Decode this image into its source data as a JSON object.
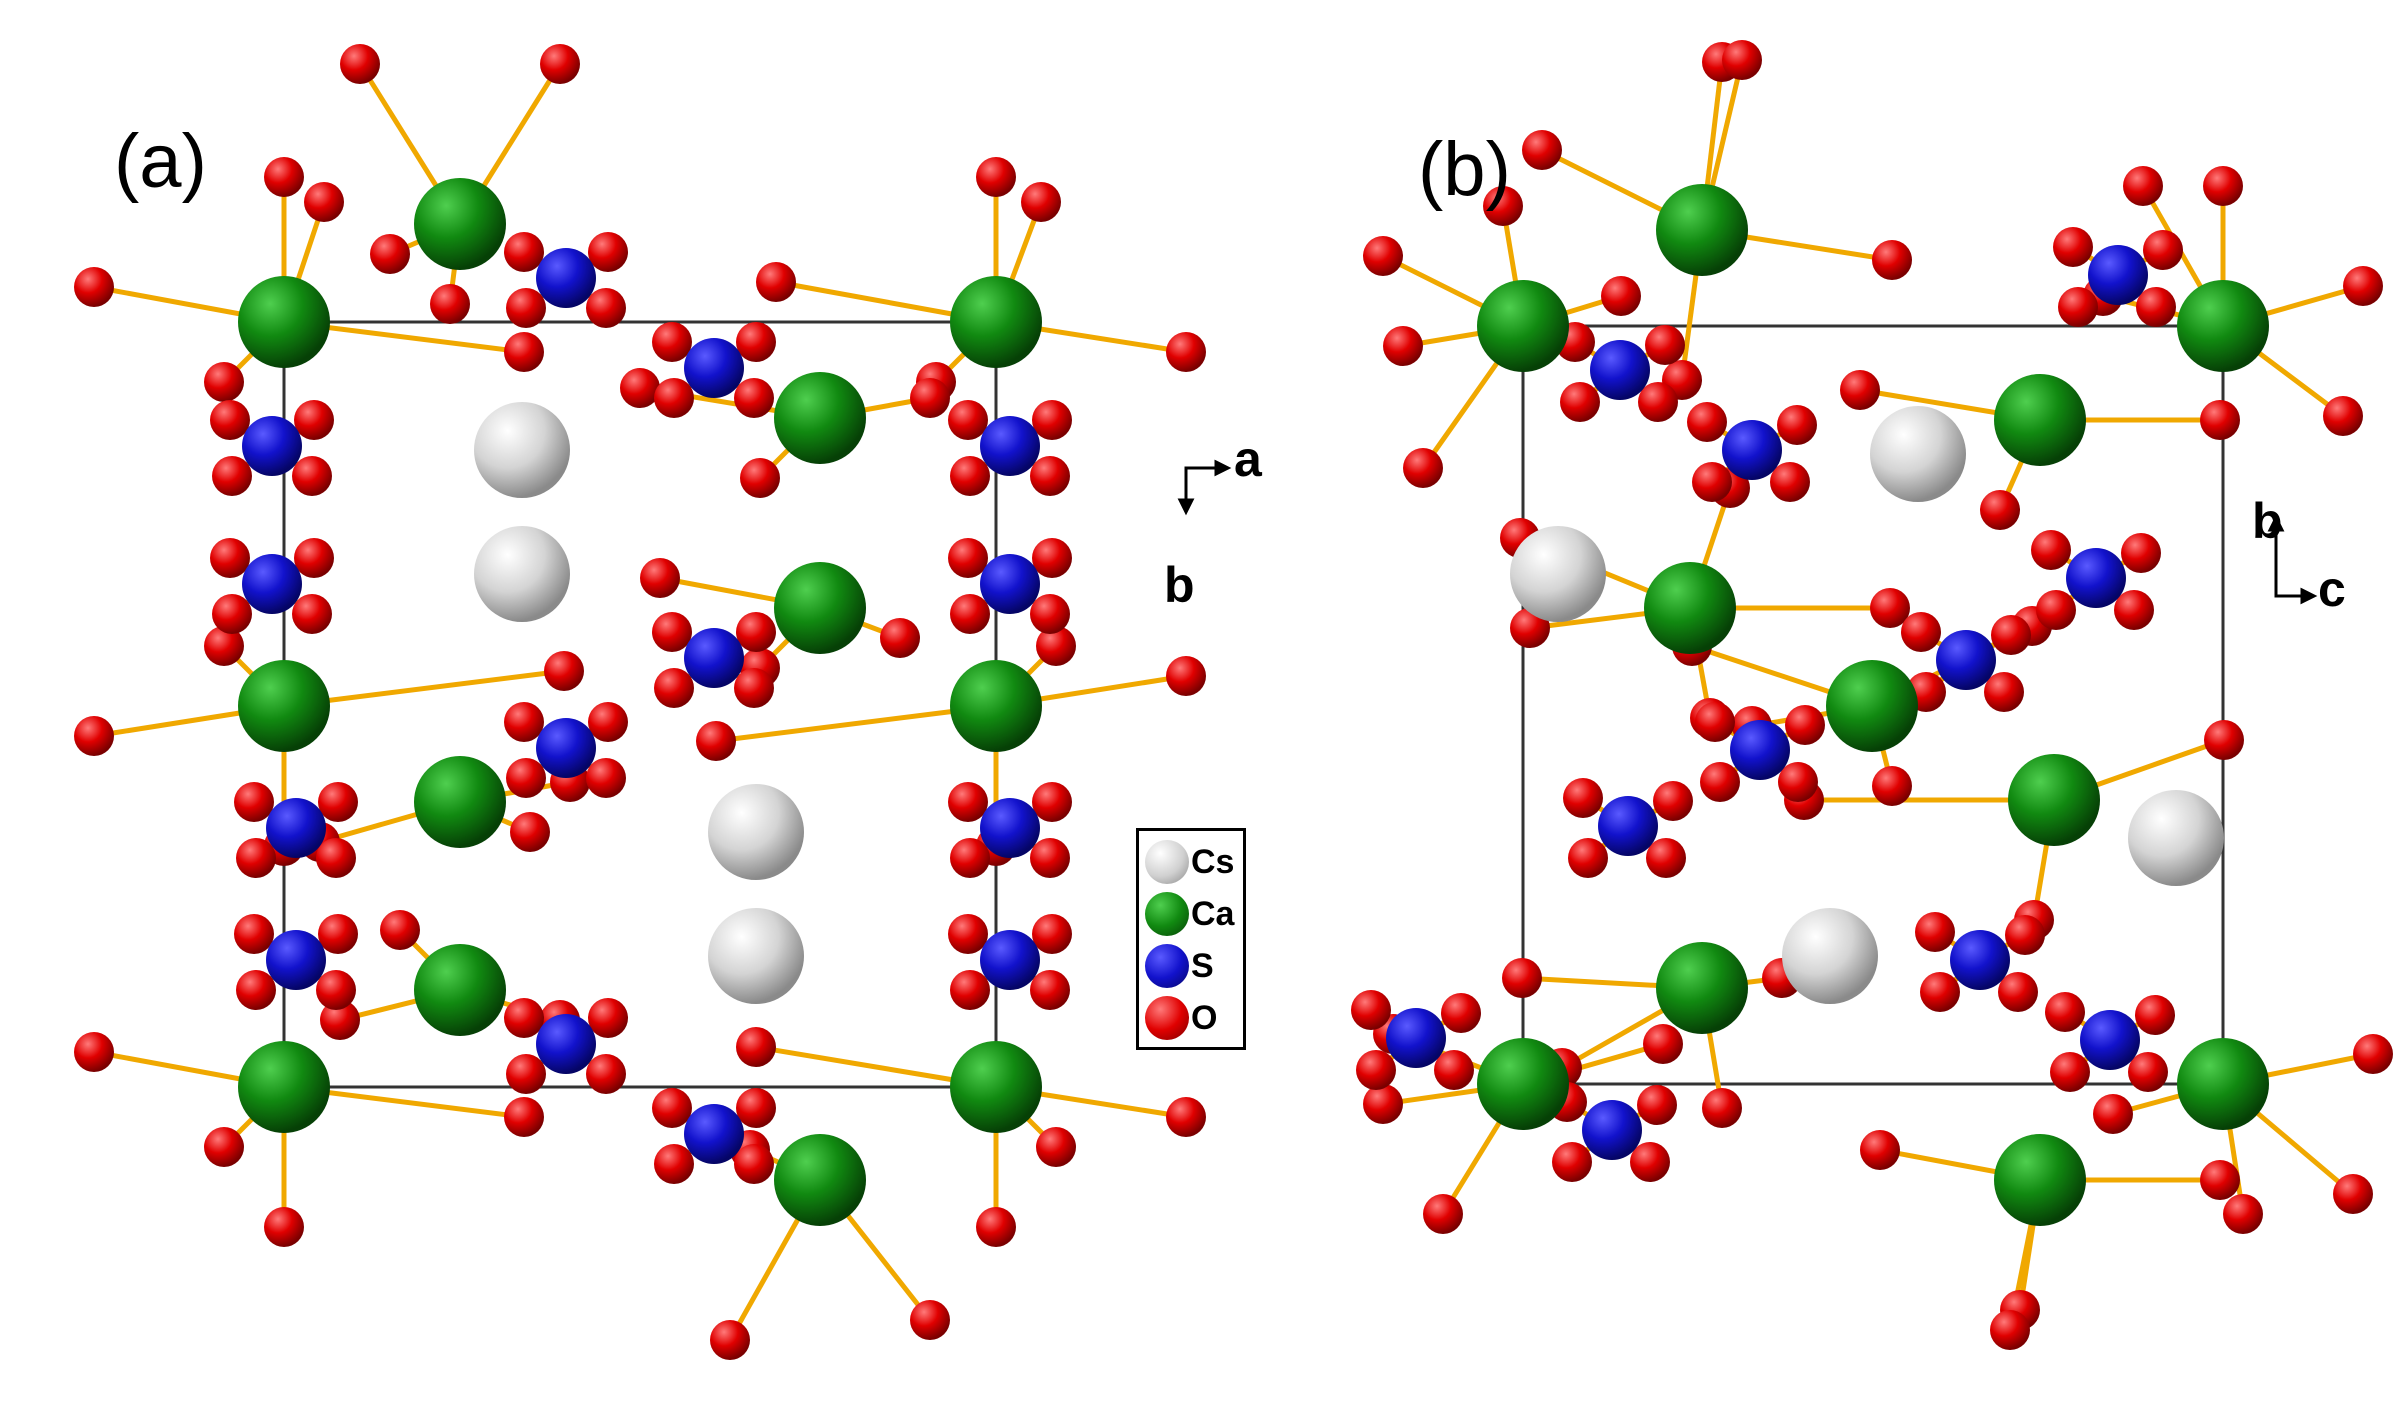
{
  "panels": [
    {
      "label": "(a)",
      "axis_right": "a",
      "axis_down": "b"
    },
    {
      "label": "(b)",
      "axis_up": "b",
      "axis_right": "c"
    }
  ],
  "legend": [
    {
      "element": "Cs",
      "color": "#d0d0d0"
    },
    {
      "element": "Ca",
      "color": "#0f7a0f"
    },
    {
      "element": "S",
      "color": "#1010cc"
    },
    {
      "element": "O",
      "color": "#e00000"
    }
  ],
  "colors": {
    "bond": "#f0a800",
    "cell": "#333333"
  }
}
